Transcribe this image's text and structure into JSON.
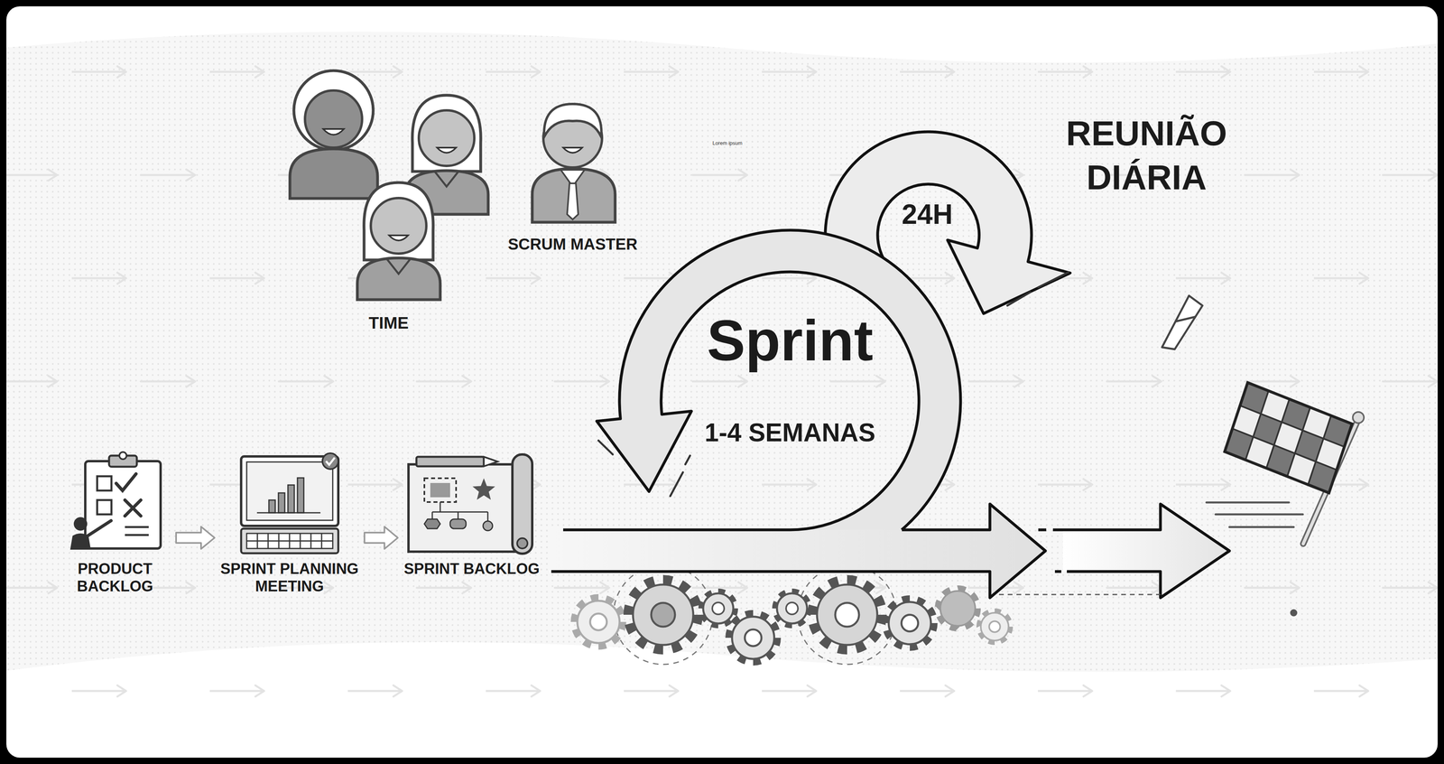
{
  "diagram": {
    "nodes": [
      {
        "text": [
          "TIME"
        ]
      },
      {
        "text": [
          "SCRUM MASTER"
        ]
      },
      {
        "text": [
          "REUNIÃO DIÁRIA",
          "24H"
        ]
      },
      {
        "text": [
          "Sprint",
          "1-4 SEMANAS"
        ]
      },
      {
        "text": [
          "PRODUCT BACKLOG"
        ]
      },
      {
        "text": [
          "SPRINT PLANNING MEETING"
        ]
      },
      {
        "text": [
          "SPRINT BACKLOG"
        ]
      }
    ],
    "edges": [
      {
        "from": 4,
        "to": 5,
        "arrow": "to"
      },
      {
        "from": 5,
        "to": 6,
        "arrow": "to"
      }
    ],
    "labels": [
      "Lorem ipsum"
    ]
  }
}
